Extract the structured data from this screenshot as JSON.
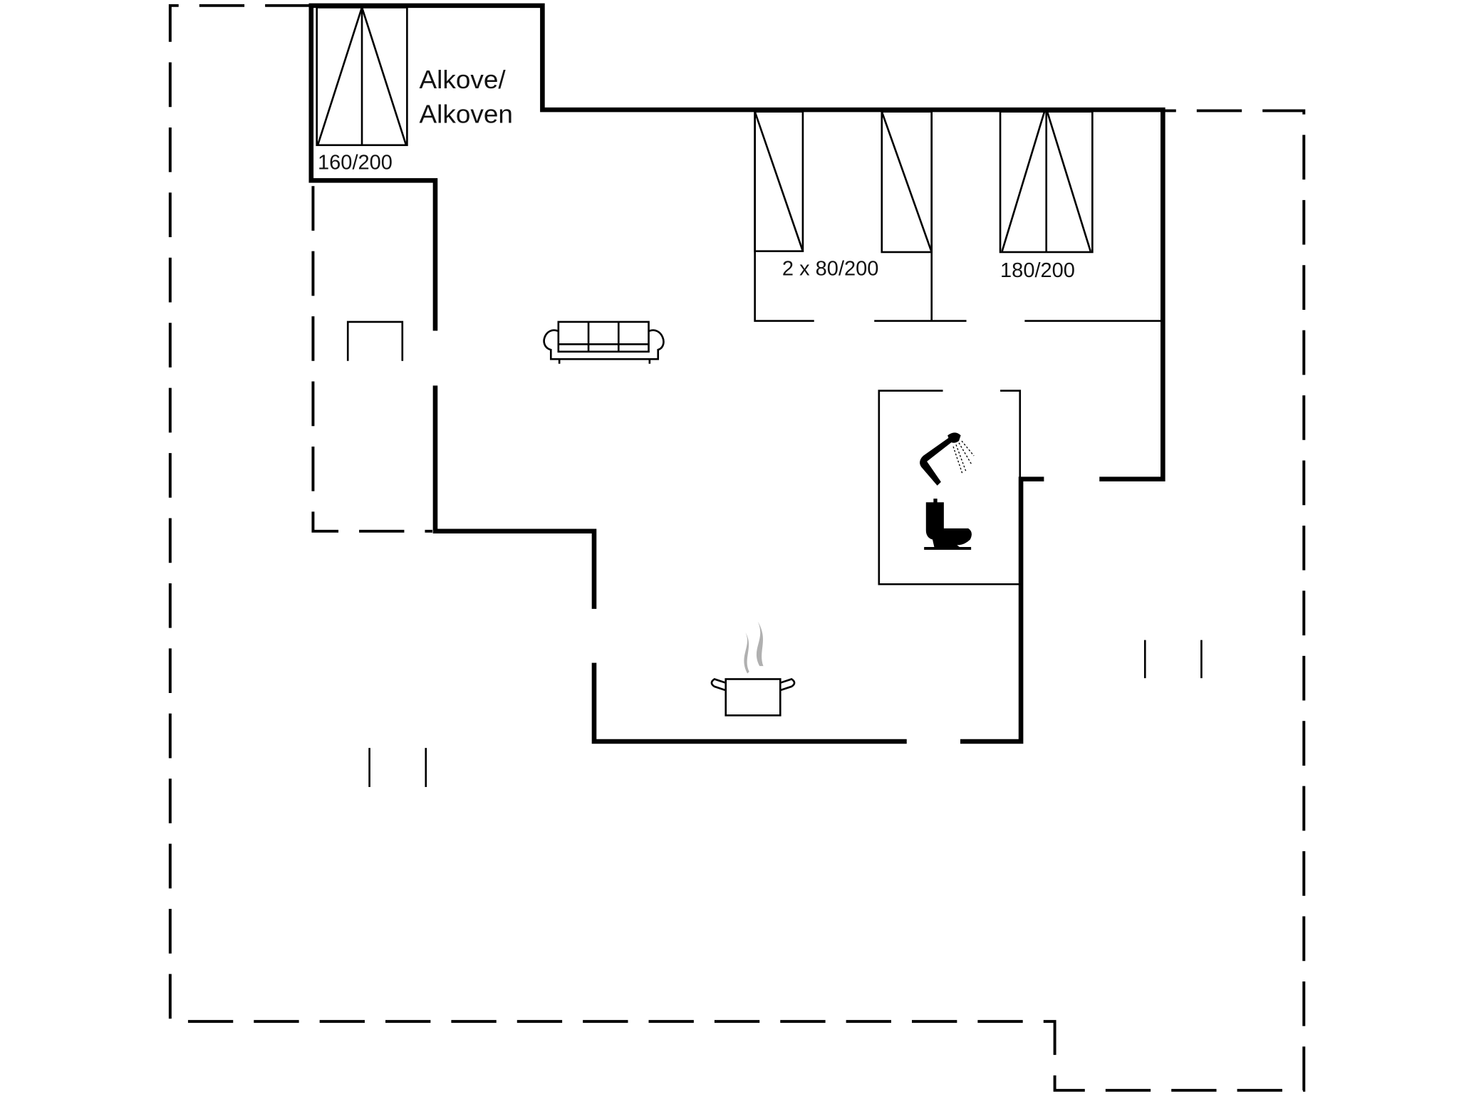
{
  "floorplan": {
    "alcove_label_line1": "Alkove/",
    "alcove_label_line2": "Alkoven",
    "beds": [
      {
        "label": "160/200",
        "type": "double-bed"
      },
      {
        "label": "2 x 80/200",
        "type": "two-single-beds"
      },
      {
        "label": "180/200",
        "type": "double-bed"
      }
    ],
    "icons": [
      "sofa-icon",
      "shower-icon",
      "toilet-icon",
      "cooking-pot-icon"
    ],
    "colors": {
      "wall": "#000000",
      "background": "#ffffff",
      "steam": "#b0b0b0"
    }
  }
}
